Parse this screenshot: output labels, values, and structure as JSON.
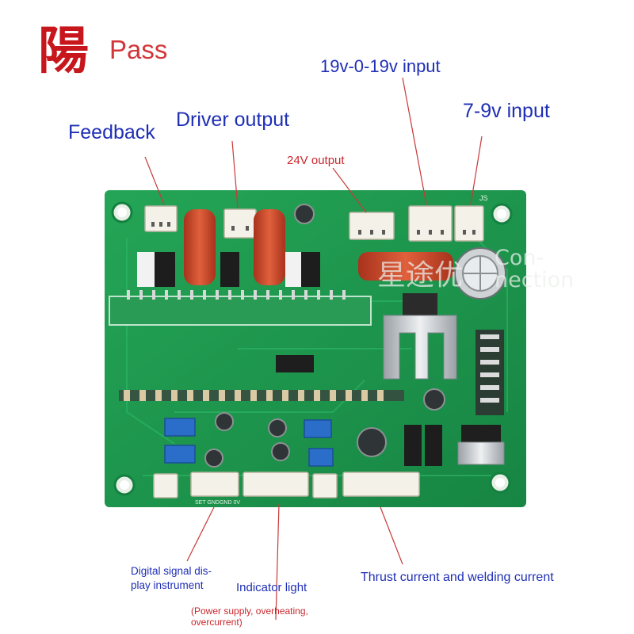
{
  "brand": {
    "glyph": "陽",
    "name": "Pass"
  },
  "labels": {
    "feedback": "Feedback",
    "driver_output": "Driver output",
    "v24_output": "24V output",
    "v19_input": "19v-0-19v input",
    "v79_input": "7-9v input",
    "digital_display": "Digital signal dis-\nplay instrument",
    "indicator_light": "Indicator light",
    "indicator_note": "(Power supply, overheating,\novercurrent)",
    "thrust_current": "Thrust current and welding current"
  },
  "board": {
    "silk_js": "JS",
    "silk_connector": "SET GNDGND  0V",
    "watermark_cn": "星途优",
    "watermark_en": "Con-\nnection"
  },
  "colors": {
    "pcb": "#1f9a4e",
    "label_blue": "#1f2fb5",
    "label_red": "#c8262c",
    "capacitor": "#c8462a"
  }
}
